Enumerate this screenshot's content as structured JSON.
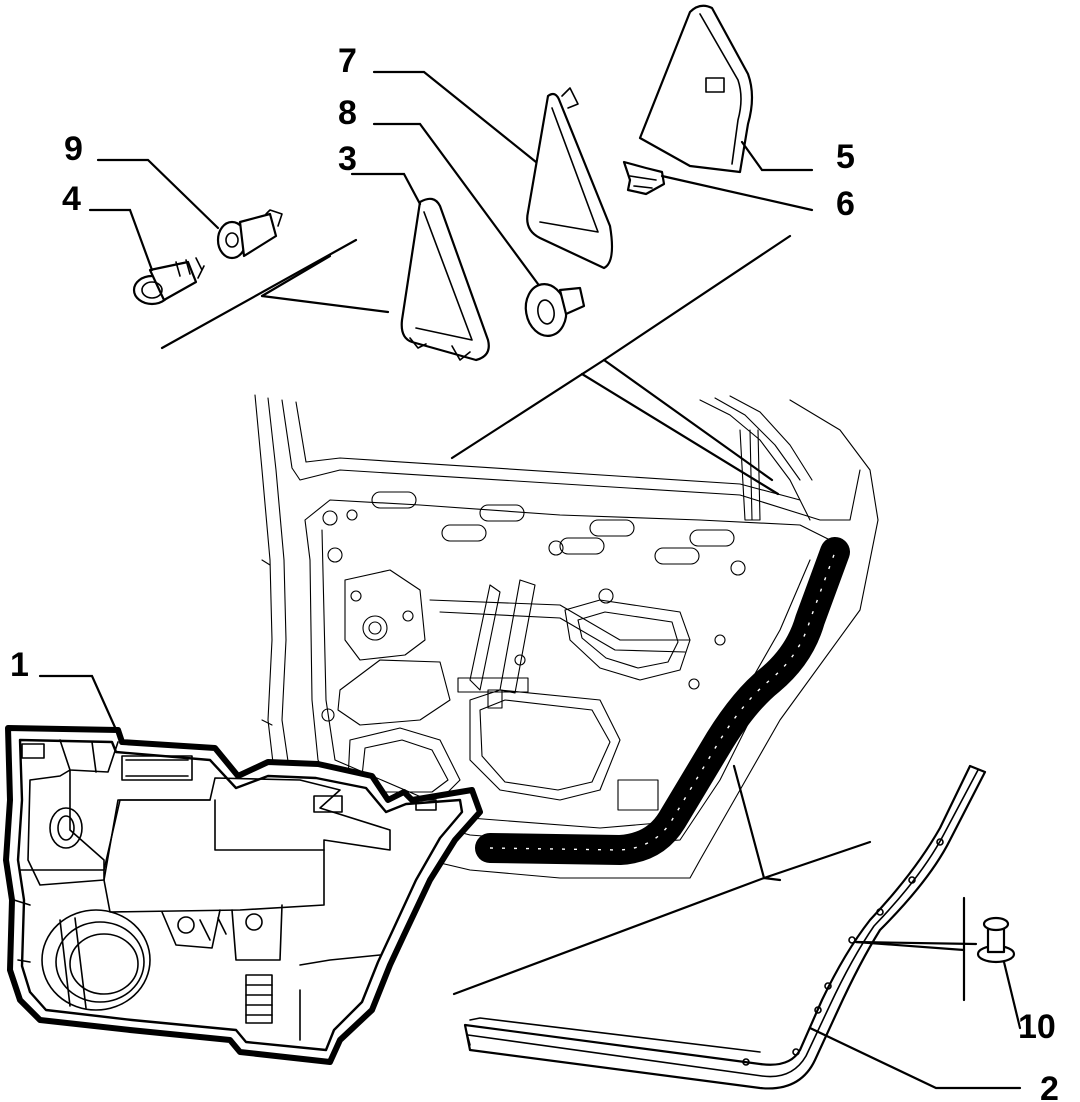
{
  "callouts": {
    "c1": "1",
    "c2": "2",
    "c3": "3",
    "c4": "4",
    "c5": "5",
    "c6": "6",
    "c7": "7",
    "c8": "8",
    "c9": "9",
    "c10": "10"
  },
  "colors": {
    "ink": "#000000",
    "paper": "#ffffff"
  }
}
